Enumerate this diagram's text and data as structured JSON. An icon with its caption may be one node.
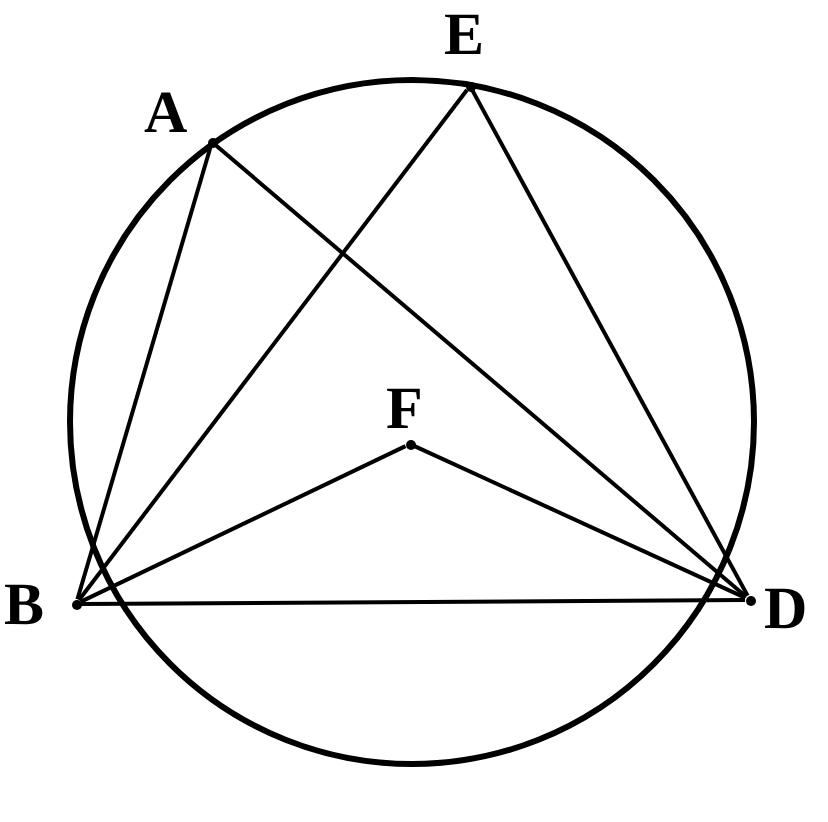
{
  "diagram": {
    "nodes": [
      {
        "text": [],
        "shape": "point",
        "beside": [
          "A"
        ]
      },
      {
        "text": [],
        "shape": "point",
        "beside": [
          "E"
        ]
      },
      {
        "text": [],
        "shape": "point",
        "beside": [
          "F"
        ]
      },
      {
        "text": [],
        "shape": "point",
        "beside": [
          "B"
        ]
      },
      {
        "text": [],
        "shape": "point",
        "beside": [
          "D"
        ]
      }
    ],
    "edges": [
      {
        "from": 0,
        "to": 3,
        "arrow": "none"
      },
      {
        "from": 0,
        "to": 4,
        "arrow": "none"
      },
      {
        "from": 1,
        "to": 3,
        "arrow": "none"
      },
      {
        "from": 1,
        "to": 4,
        "arrow": "none"
      },
      {
        "from": 2,
        "to": 3,
        "arrow": "none"
      },
      {
        "from": 2,
        "to": 4,
        "arrow": "none"
      },
      {
        "from": 3,
        "to": 4,
        "arrow": "none"
      }
    ]
  }
}
